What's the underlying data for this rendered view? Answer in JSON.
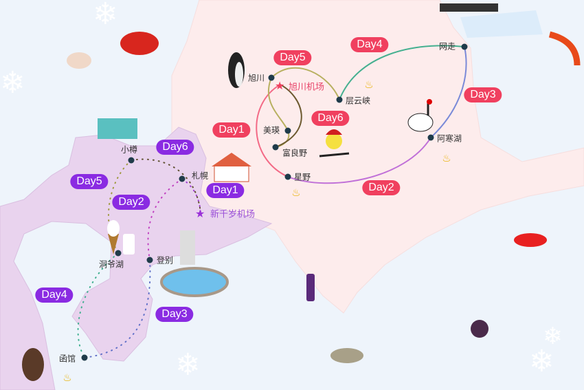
{
  "colors": {
    "east_land": "#fdecec",
    "west_land": "#e9d3ee",
    "sea": "#eef4fb",
    "badge_east": "#f0405f",
    "badge_west": "#8a2be2"
  },
  "east_places": {
    "asahikawa": "旭川",
    "asahikawa_airport": "旭川机场",
    "sounkyo": "层云峡",
    "abashiri": "网走",
    "akanko": "阿寒湖",
    "biei": "美瑛",
    "furano": "富良野",
    "hoshino": "星野"
  },
  "west_places": {
    "otaru": "小樽",
    "sapporo": "札幌",
    "new_chitose_airport": "新千岁机场",
    "toyako": "洞爷湖",
    "noboribetsu": "登别",
    "hakodate": "函馆"
  },
  "east_days": {
    "day1": "Day1",
    "day2": "Day2",
    "day3": "Day3",
    "day4": "Day4",
    "day5": "Day5",
    "day6": "Day6"
  },
  "west_days": {
    "day1": "Day1",
    "day2": "Day2",
    "day3": "Day3",
    "day4": "Day4",
    "day5": "Day5",
    "day6": "Day6"
  },
  "icons": [
    "snowflake-icon",
    "crab-icon",
    "scallop-icon",
    "penguin-icon",
    "crane-icon",
    "shrimp-icon",
    "fish-icon",
    "ship-icon",
    "onsen-icon",
    "wine-icon",
    "oyster-icon",
    "sea-urchin-icon",
    "monkey-icon",
    "ice-cream-icon",
    "milk-icon",
    "clock-tower-icon",
    "onsen-pool-icon",
    "skier-icon"
  ]
}
